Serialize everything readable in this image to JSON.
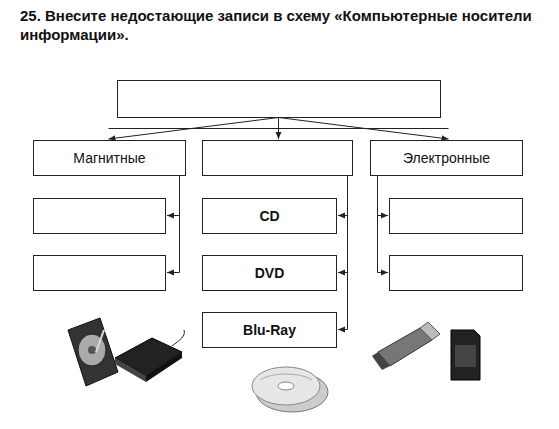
{
  "diagram": {
    "title": "25. Внесите недостающие записи в схему «Компьютерные носители информации».",
    "nodes": [
      {
        "text": [
          "Магнитные"
        ]
      },
      {
        "text": [
          "Электронные"
        ]
      },
      {
        "text": [
          "CD"
        ]
      },
      {
        "text": [
          "DVD"
        ]
      },
      {
        "text": [
          "Blu-Ray"
        ]
      }
    ]
  }
}
